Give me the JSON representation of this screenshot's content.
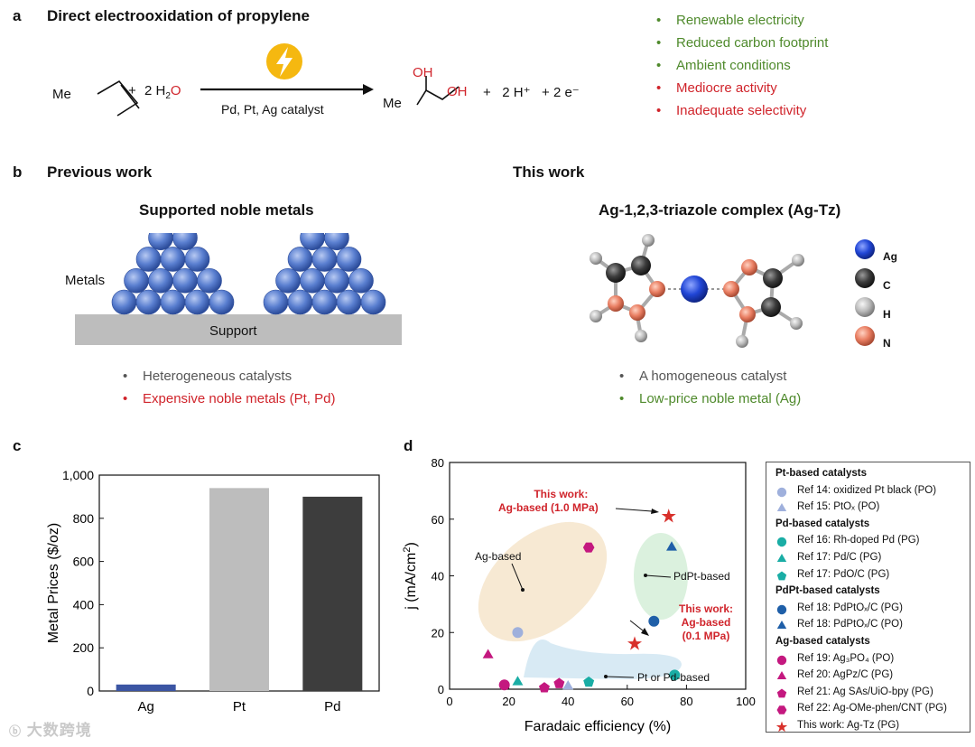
{
  "panel_a": {
    "label": "a",
    "title": "Direct electrooxidation of propylene",
    "reactant_me": "Me",
    "plus1": "+",
    "water_coef": "2 H",
    "water_sub": "2",
    "water_o": "O",
    "catalyst": "Pd, Pt, Ag catalyst",
    "product_oh1": "OH",
    "product_oh2": "OH",
    "product_me": "Me",
    "byproducts": "+   2 H⁺   + 2 e⁻",
    "bullets": [
      {
        "text": "Renewable electricity",
        "color": "green"
      },
      {
        "text": "Reduced carbon footprint",
        "color": "green"
      },
      {
        "text": "Ambient conditions",
        "color": "green"
      },
      {
        "text": "Mediocre activity",
        "color": "red"
      },
      {
        "text": "Inadequate selectivity",
        "color": "red"
      }
    ]
  },
  "panel_b": {
    "label": "b",
    "previous_title": "Previous work",
    "this_title": "This work",
    "left_subtitle": "Supported noble metals",
    "metals_label": "Metals",
    "support_label": "Support",
    "right_subtitle": "Ag-1,2,3-triazole complex (Ag-Tz)",
    "atom_legend": [
      "Ag",
      "C",
      "H",
      "N"
    ],
    "left_bullets": [
      {
        "text": "Heterogeneous catalysts",
        "color": "gray"
      },
      {
        "text": "Expensive noble metals (Pt, Pd)",
        "color": "red"
      }
    ],
    "right_bullets": [
      {
        "text": "A homogeneous catalyst",
        "color": "gray"
      },
      {
        "text": "Low-price noble metal (Ag)",
        "color": "green"
      }
    ]
  },
  "panel_c": {
    "label": "c"
  },
  "panel_d": {
    "label": "d"
  },
  "chart_data": [
    {
      "type": "bar",
      "ylabel": "Metal Prices ($/oz)",
      "xlabel": "",
      "categories": [
        "Ag",
        "Pt",
        "Pd"
      ],
      "values": [
        30,
        940,
        900
      ],
      "colors": [
        "#3b55a3",
        "#bdbdbd",
        "#3d3d3d"
      ],
      "ylim": [
        0,
        1000
      ],
      "yticks": [
        "0",
        "200",
        "400",
        "600",
        "800",
        "1,000"
      ]
    },
    {
      "type": "scatter",
      "xlabel": "Faradaic efficiency (%)",
      "ylabel": "j (mA/cm",
      "ylabel_sup": "2",
      "ylabel_end": ")",
      "xlim": [
        0,
        100
      ],
      "ylim": [
        0,
        80
      ],
      "xticks": [
        "0",
        "20",
        "40",
        "60",
        "80",
        "100"
      ],
      "yticks": [
        "0",
        "20",
        "40",
        "60",
        "80"
      ],
      "annotations": {
        "this_work_high_1": "This work:",
        "this_work_high_2": "Ag-based (1.0 MPa)",
        "this_work_low_1": "This work:",
        "this_work_low_2": "Ag-based",
        "this_work_low_3": "(0.1 MPa)",
        "ag_based": "Ag-based",
        "pdpt_based": "PdPt-based",
        "pt_pd_based": "Pt or Pd-based"
      },
      "points": [
        {
          "x": 23,
          "y": 20,
          "shape": "circle",
          "color": "#9fb0dc"
        },
        {
          "x": 40,
          "y": 1,
          "shape": "triangle",
          "color": "#9fb0dc"
        },
        {
          "x": 76,
          "y": 5,
          "shape": "circle",
          "color": "#1aada5"
        },
        {
          "x": 23,
          "y": 2.5,
          "shape": "triangle",
          "color": "#1aada5"
        },
        {
          "x": 47,
          "y": 2.5,
          "shape": "pentagon",
          "color": "#1aada5"
        },
        {
          "x": 69,
          "y": 24,
          "shape": "circle",
          "color": "#1f5fa8"
        },
        {
          "x": 75,
          "y": 50,
          "shape": "triangle",
          "color": "#1f5fa8"
        },
        {
          "x": 18.5,
          "y": 1.5,
          "shape": "circle",
          "color": "#c4187f"
        },
        {
          "x": 13,
          "y": 12,
          "shape": "triangle",
          "color": "#c4187f"
        },
        {
          "x": 32,
          "y": 0.5,
          "shape": "pentagon",
          "color": "#c4187f"
        },
        {
          "x": 37,
          "y": 2,
          "shape": "pentagon",
          "color": "#c4187f"
        },
        {
          "x": 47,
          "y": 50,
          "shape": "hexagon",
          "color": "#c4187f"
        },
        {
          "x": 62.5,
          "y": 16,
          "shape": "star",
          "color": "#d8302b"
        },
        {
          "x": 74,
          "y": 61,
          "shape": "star",
          "color": "#d8302b"
        }
      ],
      "legend": [
        {
          "kind": "head",
          "text": "Pt-based catalysts"
        },
        {
          "kind": "item",
          "text": "Ref 14: oxidized Pt black (PO)",
          "shape": "circle",
          "color": "#9fb0dc"
        },
        {
          "kind": "item",
          "text": "Ref 15: PtOₓ (PO)",
          "shape": "triangle",
          "color": "#9fb0dc"
        },
        {
          "kind": "head",
          "text": "Pd-based catalysts"
        },
        {
          "kind": "item",
          "text": "Ref 16: Rh-doped Pd (PG)",
          "shape": "circle",
          "color": "#1aada5"
        },
        {
          "kind": "item",
          "text": "Ref 17: Pd/C (PG)",
          "shape": "triangle",
          "color": "#1aada5"
        },
        {
          "kind": "item",
          "text": "Ref 17: PdO/C (PG)",
          "shape": "pentagon",
          "color": "#1aada5"
        },
        {
          "kind": "head",
          "text": "PdPt-based catalysts"
        },
        {
          "kind": "item",
          "text": "Ref 18: PdPtOₓ/C (PG)",
          "shape": "circle",
          "color": "#1f5fa8"
        },
        {
          "kind": "item",
          "text": "Ref 18: PdPtOₓ/C (PO)",
          "shape": "triangle",
          "color": "#1f5fa8"
        },
        {
          "kind": "head",
          "text": "Ag-based catalysts"
        },
        {
          "kind": "item",
          "text": "Ref 19: Ag₃PO₄ (PO)",
          "shape": "circle",
          "color": "#c4187f"
        },
        {
          "kind": "item",
          "text": "Ref 20: AgPz/C (PG)",
          "shape": "triangle",
          "color": "#c4187f"
        },
        {
          "kind": "item",
          "text": "Ref 21: Ag SAs/UiO-bpy (PG)",
          "shape": "pentagon",
          "color": "#c4187f"
        },
        {
          "kind": "item",
          "text": "Ref 22: Ag-OMe-phen/CNT (PG)",
          "shape": "hexagon",
          "color": "#c4187f"
        },
        {
          "kind": "item",
          "text": "This work: Ag-Tz (PG)",
          "shape": "star",
          "color": "#d8302b"
        }
      ]
    }
  ],
  "watermark": "大数跨境"
}
